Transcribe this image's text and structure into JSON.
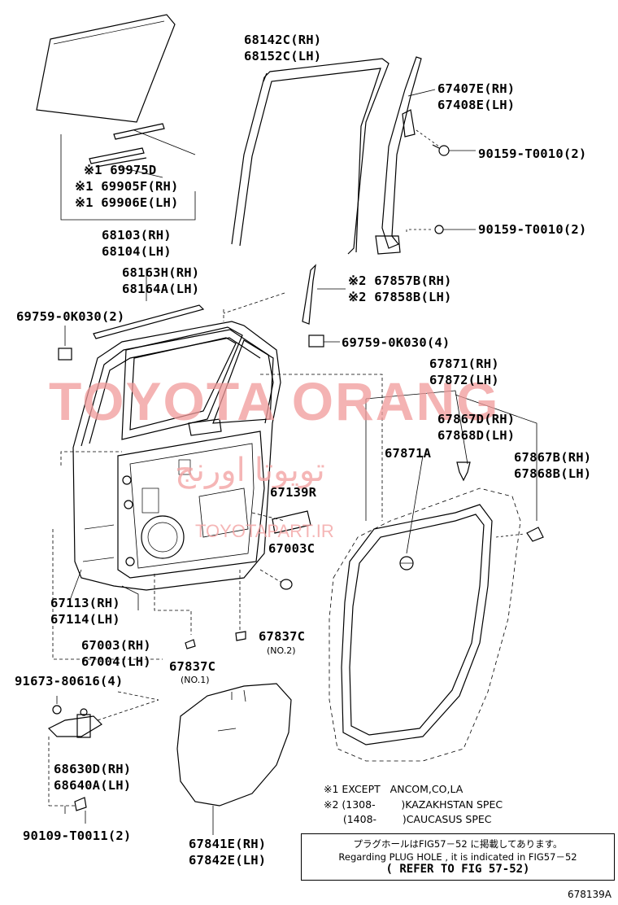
{
  "watermark": {
    "main": "TOYOTA ORANG",
    "arabic": "تويوتا اورنج",
    "site": "TOYOTAPART.IR"
  },
  "labels": {
    "p68142c": "68142C(RH)",
    "p68152c": "68152C(LH)",
    "p67407e": "67407E(RH)",
    "p67408e": "67408E(LH)",
    "p90159a": "90159-T0010(2)",
    "p90159b": "90159-T0010(2)",
    "p69975d": "※1 69975D",
    "p69905f": "※1 69905F(RH)",
    "p69906e": "※1 69906E(LH)",
    "p68103": "68103(RH)",
    "p68104": "68104(LH)",
    "p68163h": "68163H(RH)",
    "p68164a": "68164A(LH)",
    "p67857b": "※2 67857B(RH)",
    "p67858b": "※2 67858B(LH)",
    "p69759a": "69759-0K030(2)",
    "p69759b": "69759-0K030(4)",
    "p67871": "67871(RH)",
    "p67872": "67872(LH)",
    "p67867d": "67867D(RH)",
    "p67868d": "67868D(LH)",
    "p67871a": "67871A",
    "p67867b": "67867B(RH)",
    "p67868b": "67868B(LH)",
    "p67139r": "67139R",
    "p67003c": "67003C",
    "p67113": "67113(RH)",
    "p67114": "67114(LH)",
    "p67003": "67003(RH)",
    "p67004": "67004(LH)",
    "p67837c1": "67837C",
    "p67837c1sub": "(NO.1)",
    "p67837c2": "67837C",
    "p67837c2sub": "(NO.2)",
    "p91673": "91673-80616(4)",
    "p68630d": "68630D(RH)",
    "p68640a": "68640A(LH)",
    "p90109": "90109-T0011(2)",
    "p67841e": "67841E(RH)",
    "p67842e": "67842E(LH)"
  },
  "notes": {
    "n1": "※1 EXCEPT   ANCOM,CO,LA",
    "n2": "※2 (1308-        )KAZAKHSTAN SPEC",
    "n3": "      (1408-        )CAUCASUS SPEC"
  },
  "refbox": {
    "line1": "プラグホールはFIG57－52 に掲載してあります。",
    "line2": "Regarding  PLUG HOLE , it is indicated  in FIG57－52",
    "line3": "(   REFER TO FIG 57-52)"
  },
  "figure_code": "678139A"
}
